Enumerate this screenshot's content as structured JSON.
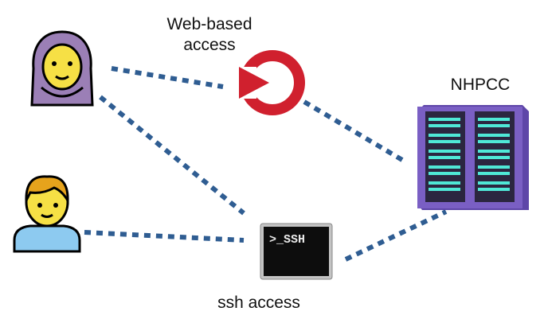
{
  "labels": {
    "web_line1": "Web-based",
    "web_line2": "access",
    "cluster": "NHPCC",
    "ssh": "ssh access"
  },
  "terminal_text": ">_SSH",
  "colors": {
    "link": "#2f5d92",
    "brand_red": "#d0202e",
    "server_purple": "#7a5fc4",
    "server_led": "#4fe8d7",
    "hijab": "#9b7fb6",
    "face_yellow": "#f6e045",
    "hair_blond": "#e6a31c",
    "shirt_blue": "#8dcaf0"
  },
  "icons": [
    "person-hijab-icon",
    "person-icon",
    "web-portal-logo-icon",
    "ssh-terminal-icon",
    "server-rack-icon"
  ]
}
